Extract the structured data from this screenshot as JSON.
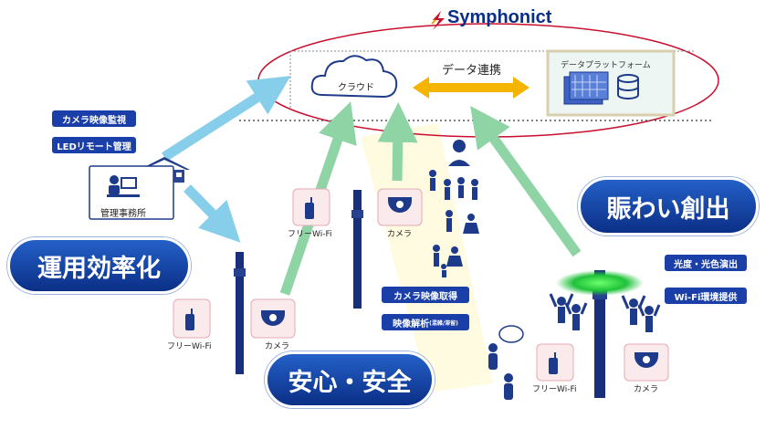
{
  "brand": {
    "name": "Symphonict"
  },
  "cloud": {
    "label": "クラウド"
  },
  "link": {
    "label": "データ連携"
  },
  "platform": {
    "label": "データプラットフォーム"
  },
  "office": {
    "label": "管理事務所",
    "tags": [
      "カメラ映像監視",
      "LEDリモート管理"
    ]
  },
  "themes": {
    "efficiency": "運用効率化",
    "safety": "安心・安全",
    "lively": "賑わい創出"
  },
  "analysis_tags": [
    "カメラ映像取得",
    "映像解析"
  ],
  "analysis_sub": "(混雑/滞留)",
  "lively_tags": [
    "光度・光色演出",
    "Wi-Fi環境提供"
  ],
  "devices": {
    "wifi": "フリーWi-Fi",
    "camera": "カメラ"
  },
  "colors": {
    "brand_red": "#c8102e",
    "navy": "#0b2f86",
    "tag_blue": "#1a3fa8",
    "arrow_blue": "#87ceeb",
    "arrow_green": "#8ed4a4",
    "orange": "#f5b400",
    "glow_green": "#2ecc40"
  }
}
